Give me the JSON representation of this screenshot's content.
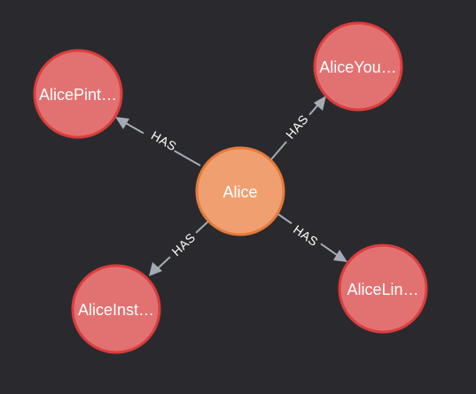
{
  "graph": {
    "center_node": {
      "label": "Alice",
      "fill": "#f0a070",
      "stroke": "#e57a3c"
    },
    "relationship_label": "HAS",
    "leaf_fill": "#e27272",
    "leaf_stroke": "#db3d3d",
    "edge_color": "#a5abb6",
    "nodes": [
      {
        "label": "AlicePint…"
      },
      {
        "label": "AliceYou…"
      },
      {
        "label": "AliceInst…"
      },
      {
        "label": "AliceLin…"
      }
    ],
    "relationships": [
      {
        "label": "HAS"
      },
      {
        "label": "HAS"
      },
      {
        "label": "HAS"
      },
      {
        "label": "HAS"
      }
    ]
  }
}
